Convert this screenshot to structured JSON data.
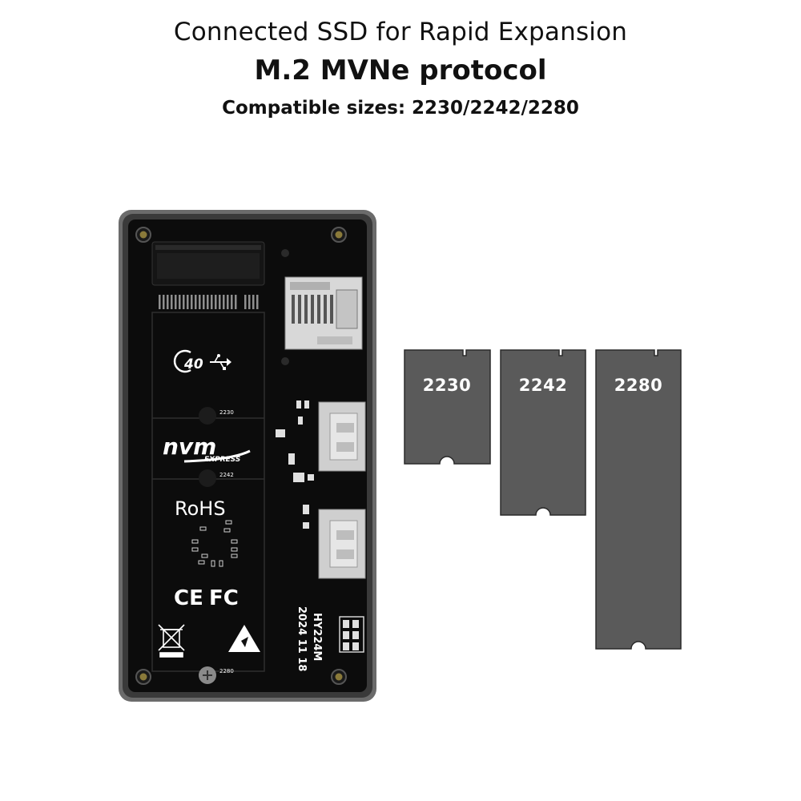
{
  "header": {
    "title": "Connected SSD for Rapid Expansion",
    "protocol": "M.2 MVNe protocol",
    "sizes": "Compatible sizes: 2230/2242/2280"
  },
  "board": {
    "usb_mark": "40",
    "nvm_logo": "nvm",
    "nvm_sub": "EXPRESS",
    "rohs": "RoHS",
    "ce": "CE",
    "fc": "FC",
    "model": "HY224M",
    "date": "2024 11 18",
    "mount_2230": "2230",
    "mount_2242": "2242",
    "mount_2280": "2280"
  },
  "ssds": [
    {
      "label": "2230"
    },
    {
      "label": "2242"
    },
    {
      "label": "2280"
    }
  ],
  "colors": {
    "enclosure_frame": "#5e5e5e",
    "board": "#0d0d0d",
    "ssd_card": "#5a5a5a",
    "screw": "#8a7a3a"
  }
}
